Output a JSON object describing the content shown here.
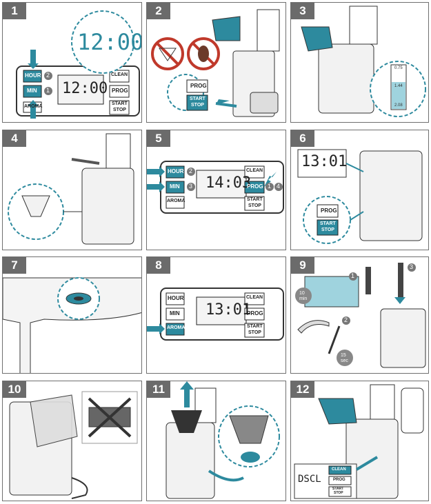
{
  "colors": {
    "accent": "#2d8a9e",
    "accent_light": "#9fd3de",
    "dark": "#333333",
    "frame": "#6f6f6f",
    "badge": "#6b6b6b"
  },
  "steps": [
    {
      "num": "1"
    },
    {
      "num": "2"
    },
    {
      "num": "3"
    },
    {
      "num": "4"
    },
    {
      "num": "5"
    },
    {
      "num": "6"
    },
    {
      "num": "7"
    },
    {
      "num": "8"
    },
    {
      "num": "9"
    },
    {
      "num": "10"
    },
    {
      "num": "11"
    },
    {
      "num": "12"
    }
  ],
  "buttons": {
    "hour": "HOUR",
    "min": "MIN",
    "aroma": "AROMA",
    "clean": "CLEAN",
    "prog": "PROG",
    "start": "START",
    "stop": "STOP"
  },
  "step1": {
    "display": "12:00",
    "zoom": "12:00",
    "callout_a": "2",
    "callout_b": "1"
  },
  "step2": {},
  "step3": {
    "scale_top": "0.75",
    "scale_mid": "1.44",
    "scale_bot": "2.08"
  },
  "step5": {
    "display": "14:03",
    "callout_hour": "2",
    "callout_min": "3",
    "callout_prog_a": "1",
    "callout_prog_b": "4"
  },
  "step6": {
    "display": "13:01"
  },
  "step8": {
    "display": "13:01"
  },
  "step9": {
    "time_a": "10",
    "time_a_unit": "min",
    "time_b": "15",
    "time_b_unit": "sec",
    "callout_1": "1",
    "callout_2": "2",
    "callout_3": "3"
  },
  "step12": {
    "display": "DSCL"
  }
}
